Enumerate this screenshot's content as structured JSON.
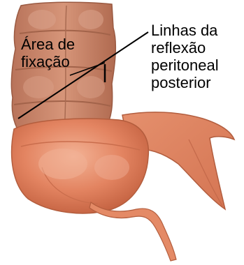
{
  "labels": {
    "left": {
      "line1": "Área de",
      "line2": "fixação"
    },
    "right": {
      "line1": "Linhas da",
      "line2": "reflexão",
      "line3": "peritoneal",
      "line4": "posterior"
    }
  },
  "colors": {
    "tissue": "#e07f5c",
    "tissue_dark": "#b05a40",
    "tissue_light": "#eea488",
    "colon_upper": "#c78569",
    "pointer_line": "#000000"
  }
}
